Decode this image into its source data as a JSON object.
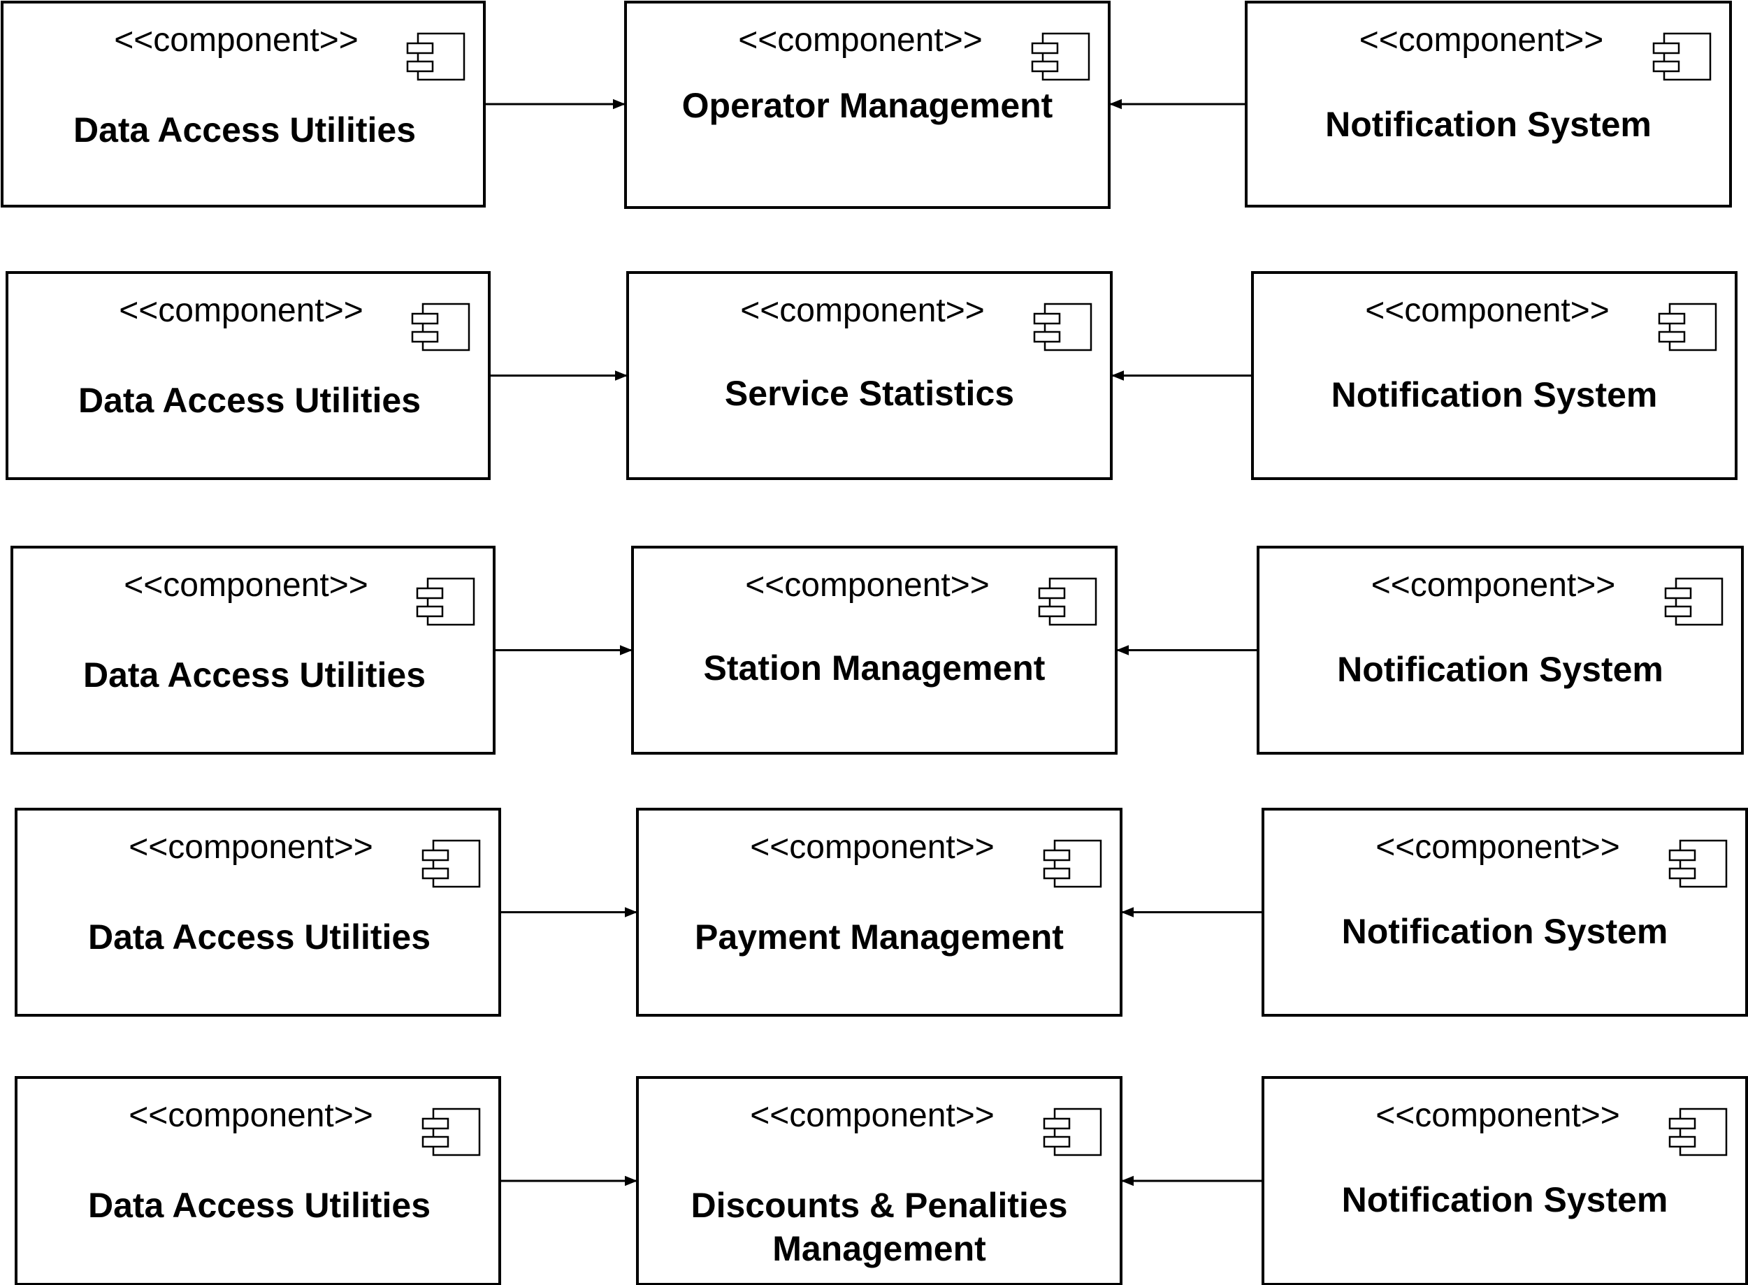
{
  "stereotype": "<<component>>",
  "icon": "uml-component-icon",
  "rows": [
    {
      "left": {
        "name": [
          "Data Access Utilities"
        ]
      },
      "center": {
        "name": [
          "Operator Management"
        ]
      },
      "right": {
        "name": [
          "Notification System"
        ]
      }
    },
    {
      "left": {
        "name": [
          "Data Access Utilities"
        ]
      },
      "center": {
        "name": [
          "Service Statistics"
        ]
      },
      "right": {
        "name": [
          "Notification System"
        ]
      }
    },
    {
      "left": {
        "name": [
          "Data Access Utilities"
        ]
      },
      "center": {
        "name": [
          "Station Management"
        ]
      },
      "right": {
        "name": [
          "Notification System"
        ]
      }
    },
    {
      "left": {
        "name": [
          "Data Access Utilities"
        ]
      },
      "center": {
        "name": [
          "Payment Management"
        ]
      },
      "right": {
        "name": [
          "Notification System"
        ]
      }
    },
    {
      "left": {
        "name": [
          "Data Access Utilities"
        ]
      },
      "center": {
        "name": [
          "Discounts & Penalities",
          "Management"
        ]
      },
      "right": {
        "name": [
          "Notification System"
        ]
      }
    }
  ]
}
